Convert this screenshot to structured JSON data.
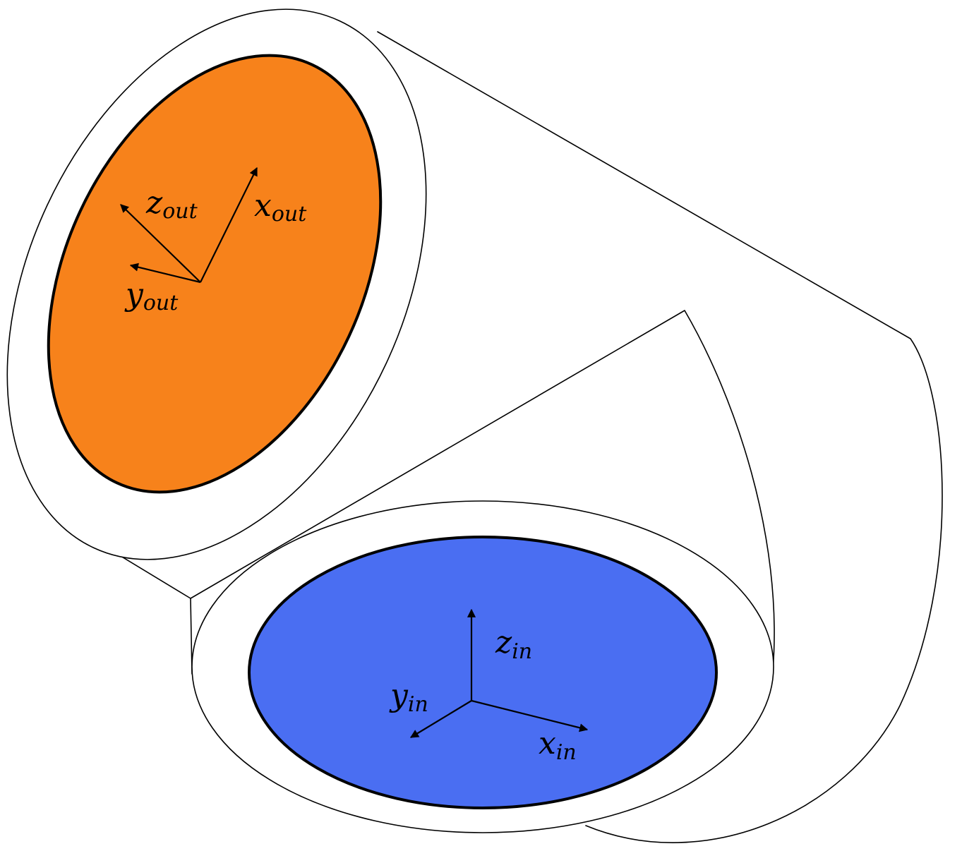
{
  "colors": {
    "outlet_face": "#f7821b",
    "inlet_face": "#4a6ef2",
    "outline": "#000000"
  },
  "outlet": {
    "x_axis": {
      "base": "x",
      "sub": "out"
    },
    "y_axis": {
      "base": "y",
      "sub": "out"
    },
    "z_axis": {
      "base": "z",
      "sub": "out"
    }
  },
  "inlet": {
    "x_axis": {
      "base": "x",
      "sub": "in"
    },
    "y_axis": {
      "base": "y",
      "sub": "in"
    },
    "z_axis": {
      "base": "z",
      "sub": "in"
    }
  }
}
